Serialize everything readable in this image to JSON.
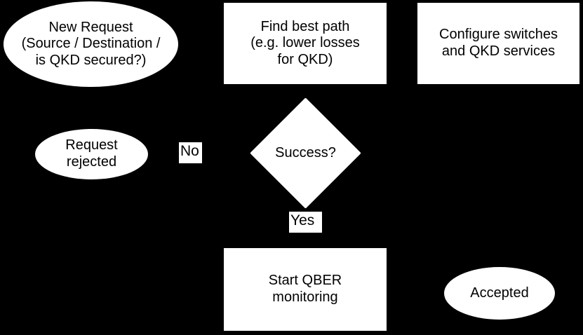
{
  "diagram": {
    "title": "QKD network request handling flowchart",
    "background_color": "#000000",
    "node_fill_color": "#ffffff",
    "node_text_color": "#000000",
    "nodes": [
      {
        "id": "new-request",
        "shape": "ellipse",
        "text": "New Request\n(Source / Destination /\nis QKD secured?)"
      },
      {
        "id": "find-best-path",
        "shape": "rectangle",
        "text": "Find best path\n(e.g. lower losses\nfor QKD)"
      },
      {
        "id": "configure-switches",
        "shape": "rectangle",
        "text": "Configure switches\nand QKD services"
      },
      {
        "id": "request-rejected",
        "shape": "ellipse",
        "text": "Request\nrejected"
      },
      {
        "id": "success",
        "shape": "diamond",
        "text": "Success?"
      },
      {
        "id": "start-qber",
        "shape": "rectangle",
        "text": "Start QBER\nmonitoring"
      },
      {
        "id": "accepted",
        "shape": "ellipse",
        "text": "Accepted"
      }
    ],
    "edge_labels": [
      {
        "id": "no",
        "text": "No"
      },
      {
        "id": "yes",
        "text": "Yes"
      }
    ]
  }
}
